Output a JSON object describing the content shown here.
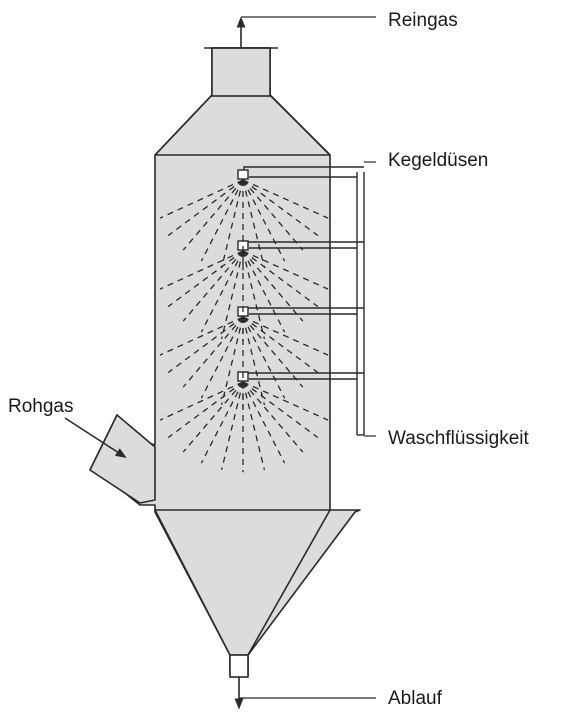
{
  "labels": {
    "clean_gas": "Reingas",
    "cone_nozzles": "Kegeldüsen",
    "wash_liquid": "Waschflüssigkeit",
    "raw_gas": "Rohgas",
    "drain": "Ablauf"
  },
  "colors": {
    "shell_fill": "#dcdcdc",
    "line": "#2a2a2a",
    "background": "#ffffff"
  },
  "nozzle_count": 4
}
